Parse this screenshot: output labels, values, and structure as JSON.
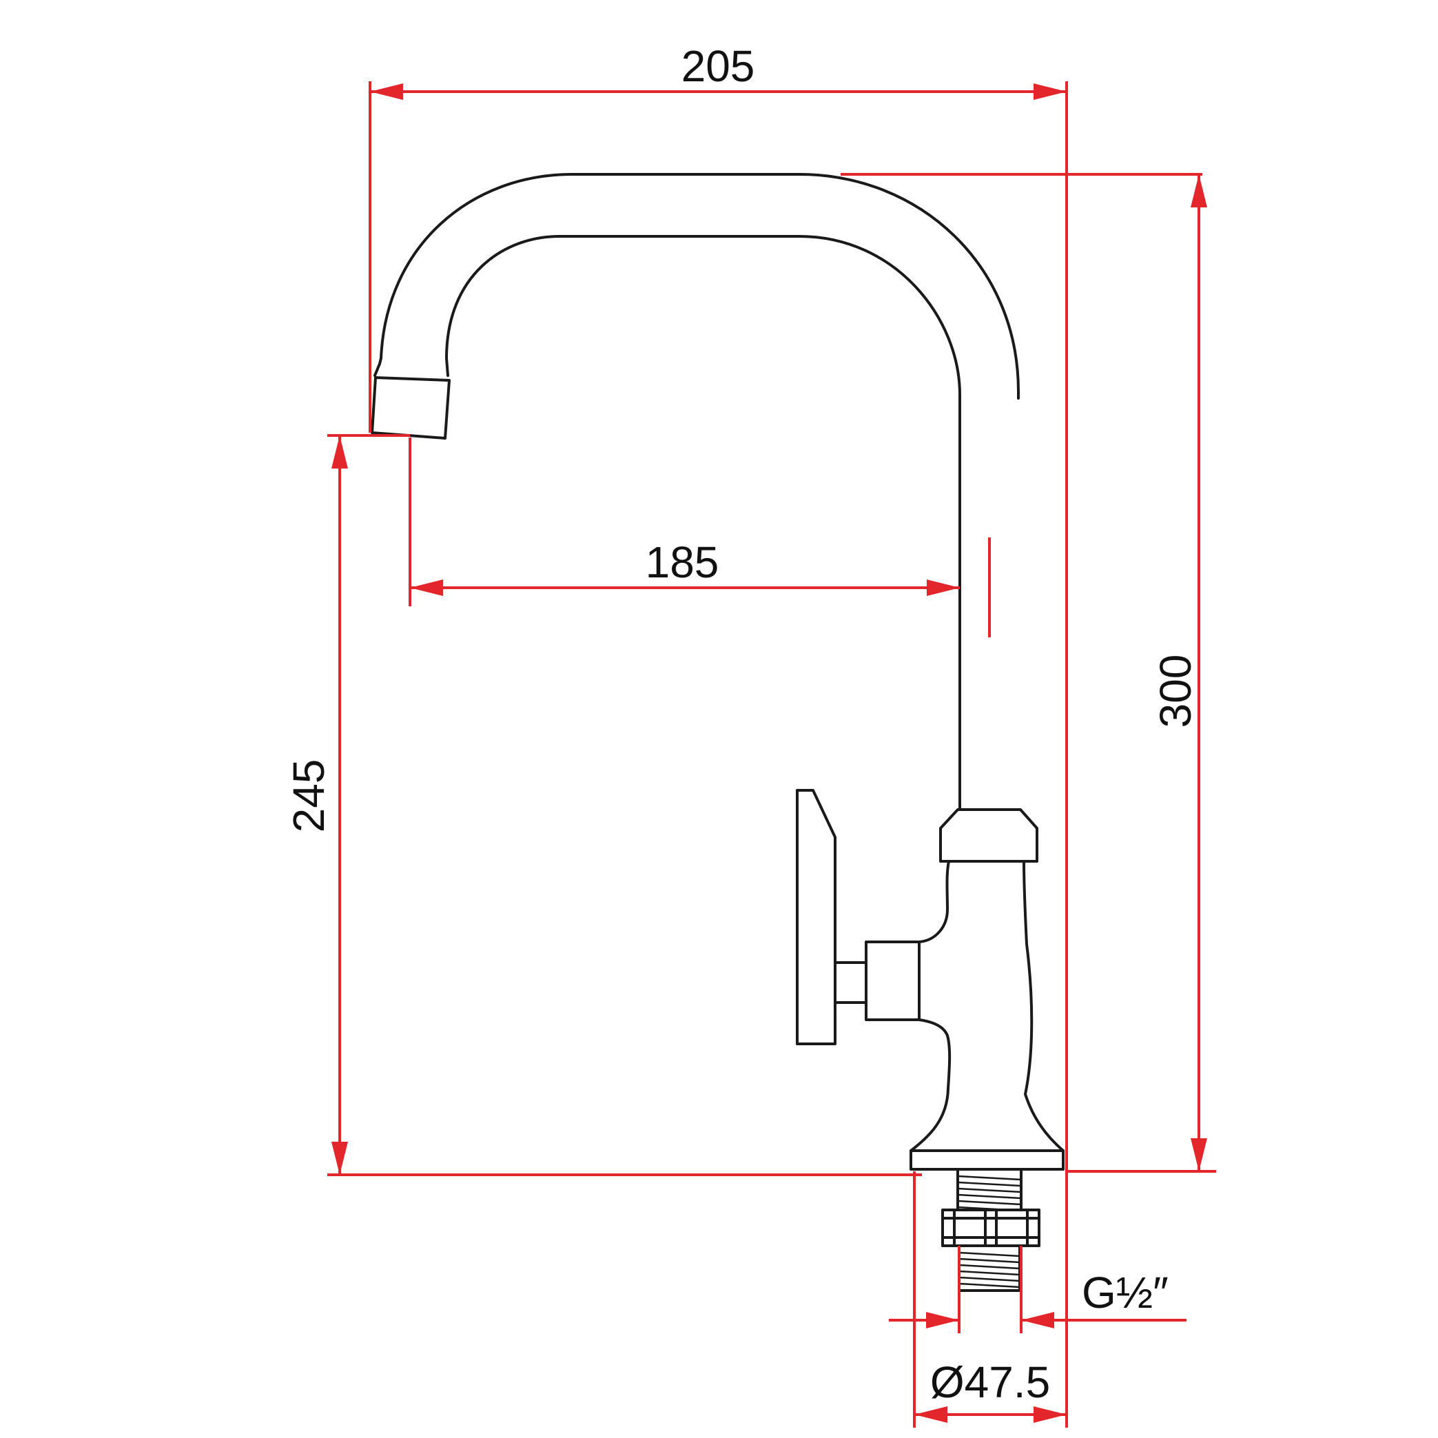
{
  "dimensions": {
    "overall_reach": "205",
    "spout_reach": "185",
    "spout_height": "245",
    "overall_height": "300",
    "thread": "G½″",
    "base_diameter": "Ø47.5"
  },
  "colors": {
    "dimension_line": "#e3262c",
    "outline": "#1a1a1a",
    "text": "#111111",
    "background": "#ffffff"
  }
}
